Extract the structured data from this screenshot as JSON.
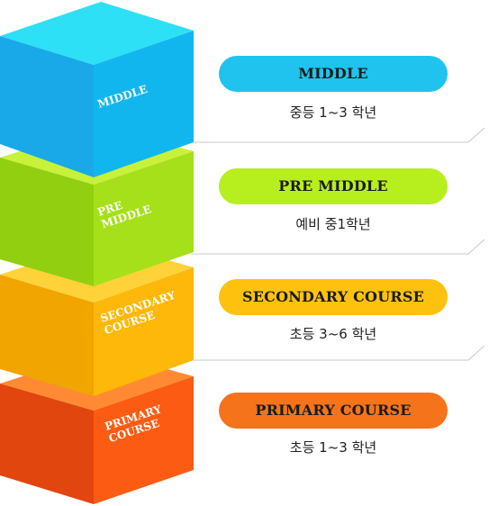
{
  "levels": [
    {
      "label": "MIDDLE",
      "face_label": [
        "MIDDLE"
      ],
      "detail": "중등 1~3 학년",
      "color": "#1fc3ee"
    },
    {
      "label": "PRE MIDDLE",
      "face_label": [
        "PRE",
        "MIDDLE"
      ],
      "detail": "예비 중1학년",
      "color": "#b7ee1e"
    },
    {
      "label": "SECONDARY COURSE",
      "face_label": [
        "SECONDARY",
        "COURSE"
      ],
      "detail": "초등 3~6 학년",
      "color": "#fec20e"
    },
    {
      "label": "PRIMARY COURSE",
      "face_label": [
        "PRIMARY",
        "COURSE"
      ],
      "detail": "초등 1~3 학년",
      "color": "#f5731a"
    }
  ]
}
